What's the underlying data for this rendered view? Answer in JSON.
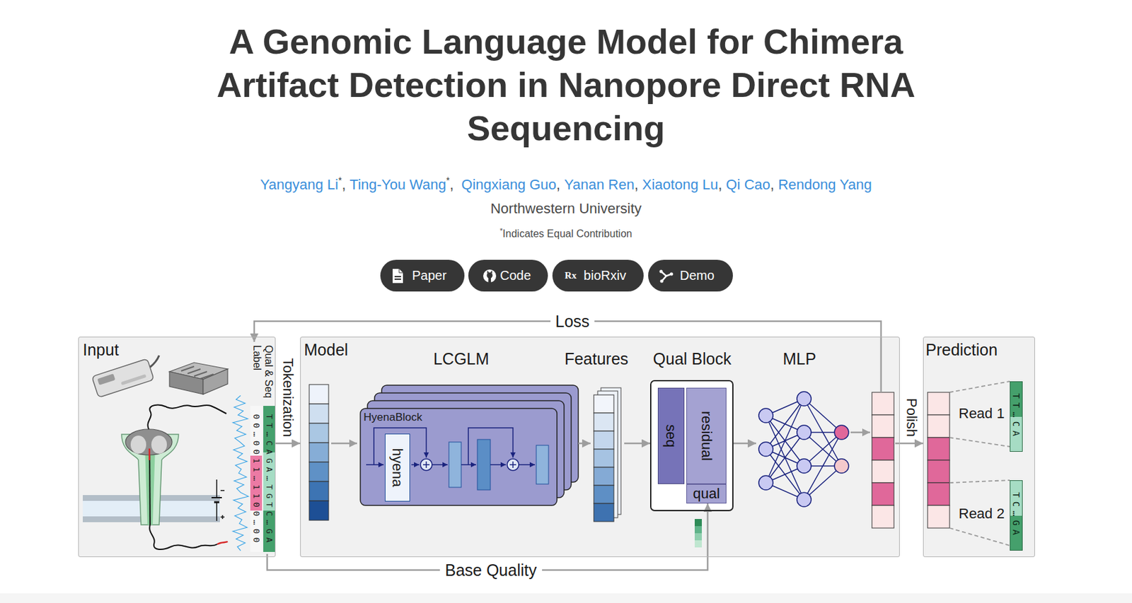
{
  "diagram": {
    "title": "A Genomic Language Model for Chimera Artifact Detection in Nanopore Direct RNA Sequencing",
    "nodes": [
      {
        "text": [
          "Paper"
        ]
      },
      {
        "text": [
          "Code"
        ]
      },
      {
        "text": [
          "Rx",
          "bioRxiv"
        ]
      },
      {
        "text": [
          "Demo"
        ]
      },
      {
        "text": [
          "Input"
        ]
      },
      {
        "text": [
          "Qual & Seq Label",
          "00…0011…1100…00",
          "TT…CAGA…TGTC…GA"
        ],
        "in": 4
      },
      {
        "text": [
          "Model"
        ]
      },
      {
        "text": [
          "LCGLM",
          "HyenaBlock"
        ],
        "in": 6
      },
      {
        "text": [
          "hyena"
        ],
        "in": 7
      },
      {
        "text": [
          "Features"
        ],
        "in": 6
      },
      {
        "text": [
          "Qual Block"
        ],
        "in": 6
      },
      {
        "text": [
          "seq"
        ],
        "in": 10
      },
      {
        "text": [
          "residual"
        ],
        "in": 10
      },
      {
        "text": [
          "qual"
        ],
        "in": 10
      },
      {
        "text": [
          "MLP"
        ],
        "in": 6
      },
      {
        "text": [
          "Prediction"
        ]
      },
      {
        "text": [
          "TT…CA"
        ],
        "in": 15
      },
      {
        "text": [
          "TC…GA"
        ],
        "in": 15
      }
    ],
    "edges": [
      {
        "from": 5,
        "to": 6,
        "label": "Tokenization",
        "arrow": "to"
      },
      {
        "from": 7,
        "to": 9,
        "arrow": "to"
      },
      {
        "from": 9,
        "to": 10,
        "arrow": "to"
      },
      {
        "from": 10,
        "to": 14,
        "arrow": "to"
      },
      {
        "from": 14,
        "to": 15,
        "label": "Polish",
        "arrow": "to"
      },
      {
        "from": 14,
        "to": 5,
        "label": "Loss",
        "arrow": "to"
      },
      {
        "from": 5,
        "to": 13,
        "label": "Base Quality",
        "arrow": "to"
      }
    ],
    "labels": [
      "Yangyang Li",
      "*",
      ",",
      "Ting-You Wang",
      "*",
      ",",
      "Qingxiang Guo",
      ",",
      "Yanan Ren",
      ",",
      "Xiaotong Lu",
      ",",
      "Qi Cao",
      ",",
      "Rendong Yang",
      "Northwestern University",
      "*",
      "Indicates Equal Contribution",
      "Read 1",
      "Read 2"
    ]
  }
}
